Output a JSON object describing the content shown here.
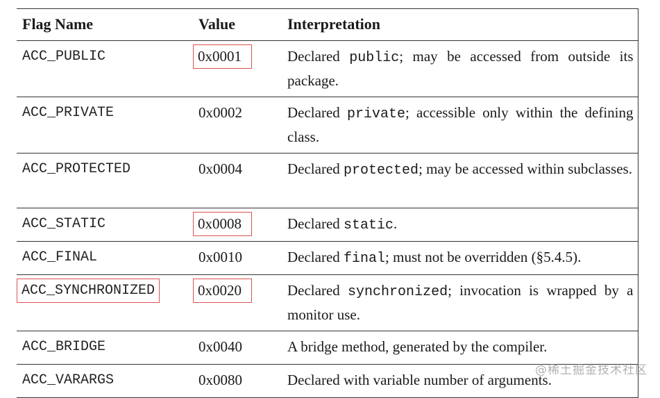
{
  "header": {
    "flag_name": "Flag Name",
    "value": "Value",
    "interpretation": "Interpretation"
  },
  "rows": [
    {
      "flag": "ACC_PUBLIC",
      "value": "0x0001",
      "pre": "Declared ",
      "code": "public",
      "post": "; may be accessed from outside its package."
    },
    {
      "flag": "ACC_PRIVATE",
      "value": "0x0002",
      "pre": "Declared ",
      "code": "private",
      "post": "; accessible only within the defining class."
    },
    {
      "flag": "ACC_PROTECTED",
      "value": "0x0004",
      "pre": "Declared ",
      "code": "protected",
      "post": "; may be accessed within subclasses."
    },
    {
      "flag": "ACC_STATIC",
      "value": "0x0008",
      "pre": "Declared ",
      "code": "static",
      "post": "."
    },
    {
      "flag": "ACC_FINAL",
      "value": "0x0010",
      "pre": "Declared ",
      "code": "final",
      "post": "; must not be overridden (§5.4.5)."
    },
    {
      "flag": "ACC_SYNCHRONIZED",
      "value": "0x0020",
      "pre": "Declared ",
      "code": "synchronized",
      "post": "; invocation is wrapped by a monitor use."
    },
    {
      "flag": "ACC_BRIDGE",
      "value": "0x0040",
      "pre": "A bridge method, generated by the compiler.",
      "code": "",
      "post": ""
    },
    {
      "flag": "ACC_VARARGS",
      "value": "0x0080",
      "pre": "Declared with variable number of arguments.",
      "code": "",
      "post": ""
    }
  ],
  "watermark": "@稀土掘金技术社区",
  "highlight_color": "#d9534f"
}
